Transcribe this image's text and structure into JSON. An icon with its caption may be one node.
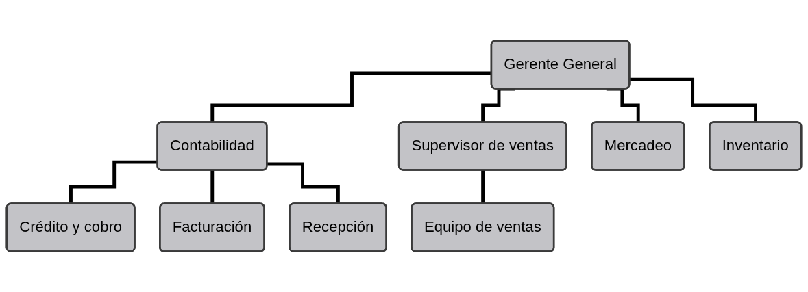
{
  "diagram": {
    "nodes": [
      {
        "text": [
          "Gerente General"
        ]
      },
      {
        "text": [
          "Contabilidad"
        ]
      },
      {
        "text": [
          "Supervisor de ventas"
        ]
      },
      {
        "text": [
          "Mercadeo"
        ]
      },
      {
        "text": [
          "Inventario"
        ]
      },
      {
        "text": [
          "Crédito y cobro"
        ]
      },
      {
        "text": [
          "Facturación"
        ]
      },
      {
        "text": [
          "Recepción"
        ]
      },
      {
        "text": [
          "Equipo de ventas"
        ]
      }
    ],
    "edges": [
      {
        "from": 0,
        "to": 1,
        "arrow": "none"
      },
      {
        "from": 0,
        "to": 2,
        "arrow": "none"
      },
      {
        "from": 0,
        "to": 3,
        "arrow": "none"
      },
      {
        "from": 0,
        "to": 4,
        "arrow": "none"
      },
      {
        "from": 1,
        "to": 5,
        "arrow": "none"
      },
      {
        "from": 1,
        "to": 6,
        "arrow": "none"
      },
      {
        "from": 1,
        "to": 7,
        "arrow": "none"
      },
      {
        "from": 2,
        "to": 8,
        "arrow": "none"
      }
    ]
  }
}
